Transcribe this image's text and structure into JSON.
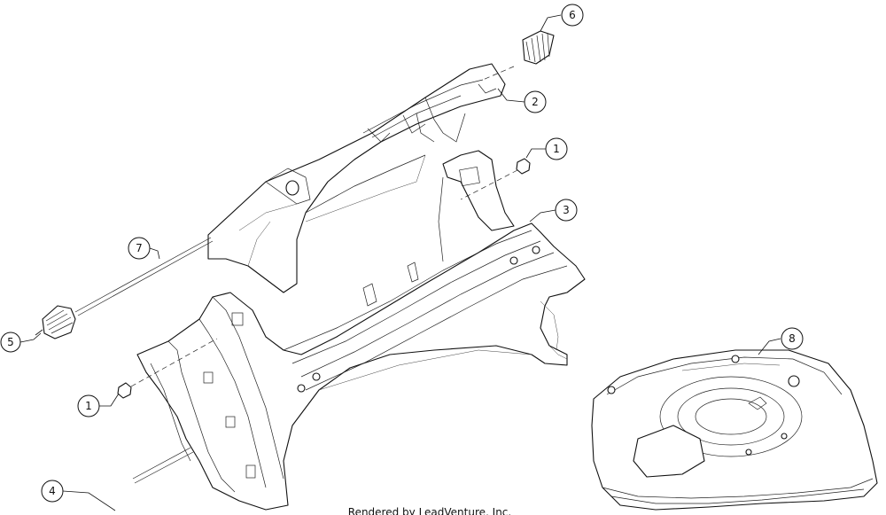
{
  "callouts": [
    {
      "id": "1a",
      "label": "1"
    },
    {
      "id": "1b",
      "label": "1"
    },
    {
      "id": "2",
      "label": "2"
    },
    {
      "id": "3",
      "label": "3"
    },
    {
      "id": "4",
      "label": "4"
    },
    {
      "id": "5",
      "label": "5"
    },
    {
      "id": "6",
      "label": "6"
    },
    {
      "id": "7",
      "label": "7"
    },
    {
      "id": "8",
      "label": "8"
    }
  ],
  "footer": {
    "credit": "Rendered by LeadVenture, Inc."
  }
}
